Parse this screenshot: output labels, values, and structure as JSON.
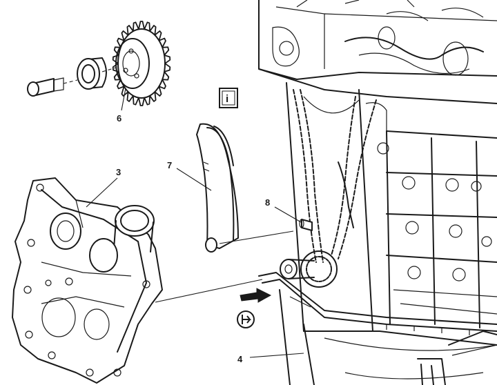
{
  "callouts": {
    "gear": "6",
    "front_cover": "3",
    "chain_guide": "7",
    "pin": "8",
    "oil_pan": "4"
  },
  "symbols": {
    "info_box": "i",
    "info_icon": "info-icon",
    "circle_icon": "circle-arrow-icon",
    "arrow_icon": "solid-arrow-icon"
  },
  "colors": {
    "line": "#1a1a1a",
    "background": "#ffffff"
  }
}
